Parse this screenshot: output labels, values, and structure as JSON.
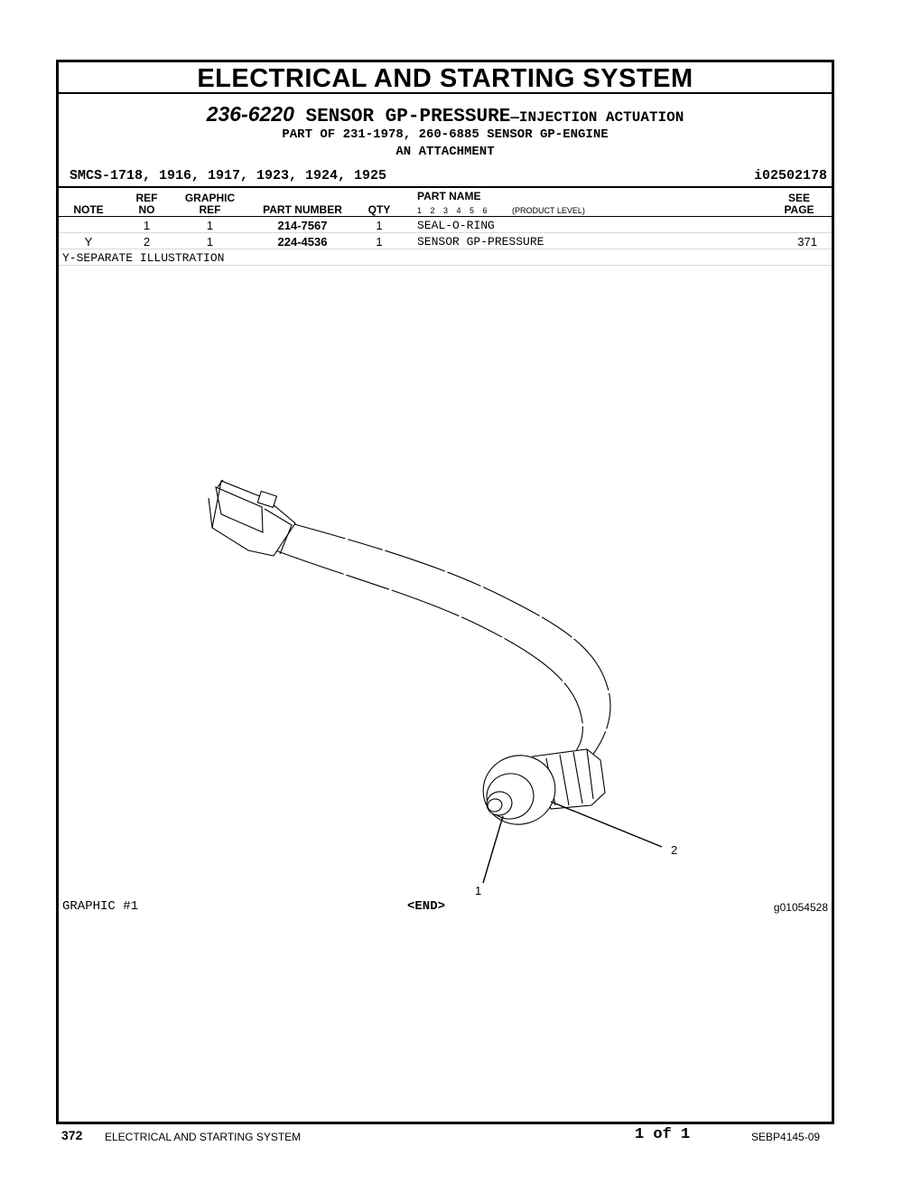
{
  "section_title": "ELECTRICAL AND STARTING SYSTEM",
  "header": {
    "part_number": "236-6220",
    "part_name": "SENSOR GP-PRESSURE",
    "part_name_suffix": "—INJECTION ACTUATION",
    "part_of": "PART OF 231-1978, 260-6885 SENSOR GP-ENGINE",
    "attachment": "AN ATTACHMENT",
    "smcs": "SMCS-1718, 1916, 1917, 1923, 1924, 1925",
    "doc_id": "i02502178"
  },
  "columns": {
    "note": "NOTE",
    "ref_top": "REF",
    "ref_bottom": "NO",
    "graphic_top": "GRAPHIC",
    "graphic_bottom": "REF",
    "part_number": "PART NUMBER",
    "qty": "QTY",
    "part_name": "PART NAME",
    "levels": "1 2 3 4 5 6",
    "product_level": "(PRODUCT LEVEL)",
    "see_top": "SEE",
    "see_bottom": "PAGE"
  },
  "rows": [
    {
      "note": "",
      "ref_no": "1",
      "graphic_ref": "1",
      "part_number": "214-7567",
      "qty": "1",
      "part_name": "SEAL-O-RING",
      "see_page": ""
    },
    {
      "note": "Y",
      "ref_no": "2",
      "graphic_ref": "1",
      "part_number": "224-4536",
      "qty": "1",
      "part_name": "SENSOR GP-PRESSURE",
      "see_page": "371"
    }
  ],
  "note_legend": "Y-SEPARATE ILLUSTRATION",
  "illustration": {
    "callout_1": "1",
    "callout_2": "2",
    "graphic_label": "GRAPHIC #1",
    "end_marker": "<END>",
    "graphic_id": "g01054528"
  },
  "footer": {
    "page_number": "372",
    "section": "ELECTRICAL AND STARTING SYSTEM",
    "page_of": "1 of 1",
    "publication": "SEBP4145-09"
  }
}
